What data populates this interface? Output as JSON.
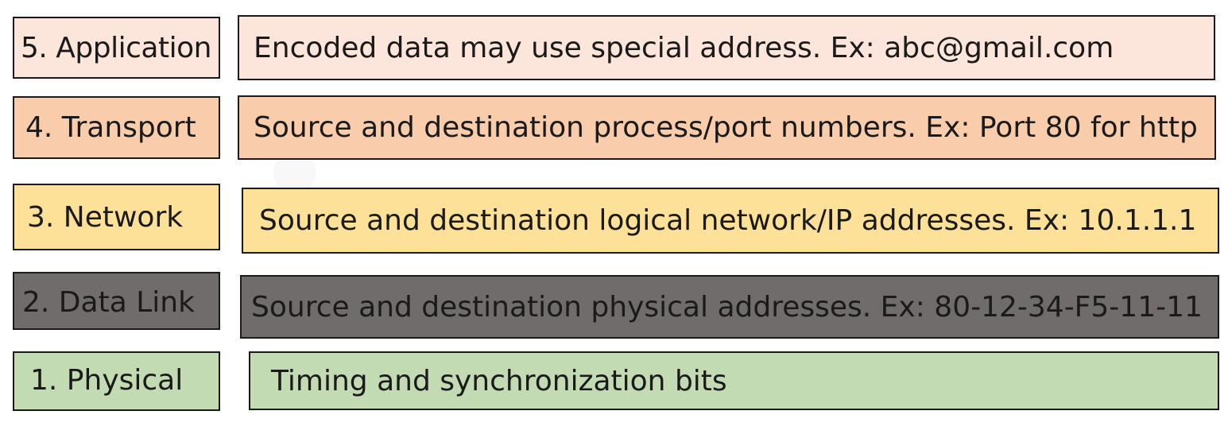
{
  "layers": [
    {
      "label": "5. Application",
      "description": "Encoded data may use special address. Ex: abc@gmail.com",
      "color": "#fce5da"
    },
    {
      "label": "4. Transport",
      "description": "Source and destination process/port numbers. Ex: Port 80 for http",
      "color": "#f9ccab"
    },
    {
      "label": "3. Network",
      "description": "Source and destination logical network/IP addresses. Ex: 10.1.1.1",
      "color": "#fee199"
    },
    {
      "label": "2. Data Link",
      "description": "Source and destination physical addresses. Ex: 80-12-34-F5-11-11",
      "color": "#716c6c"
    },
    {
      "label": "1. Physical",
      "description": "Timing and synchronization bits",
      "color": "#c3dbb2"
    }
  ]
}
